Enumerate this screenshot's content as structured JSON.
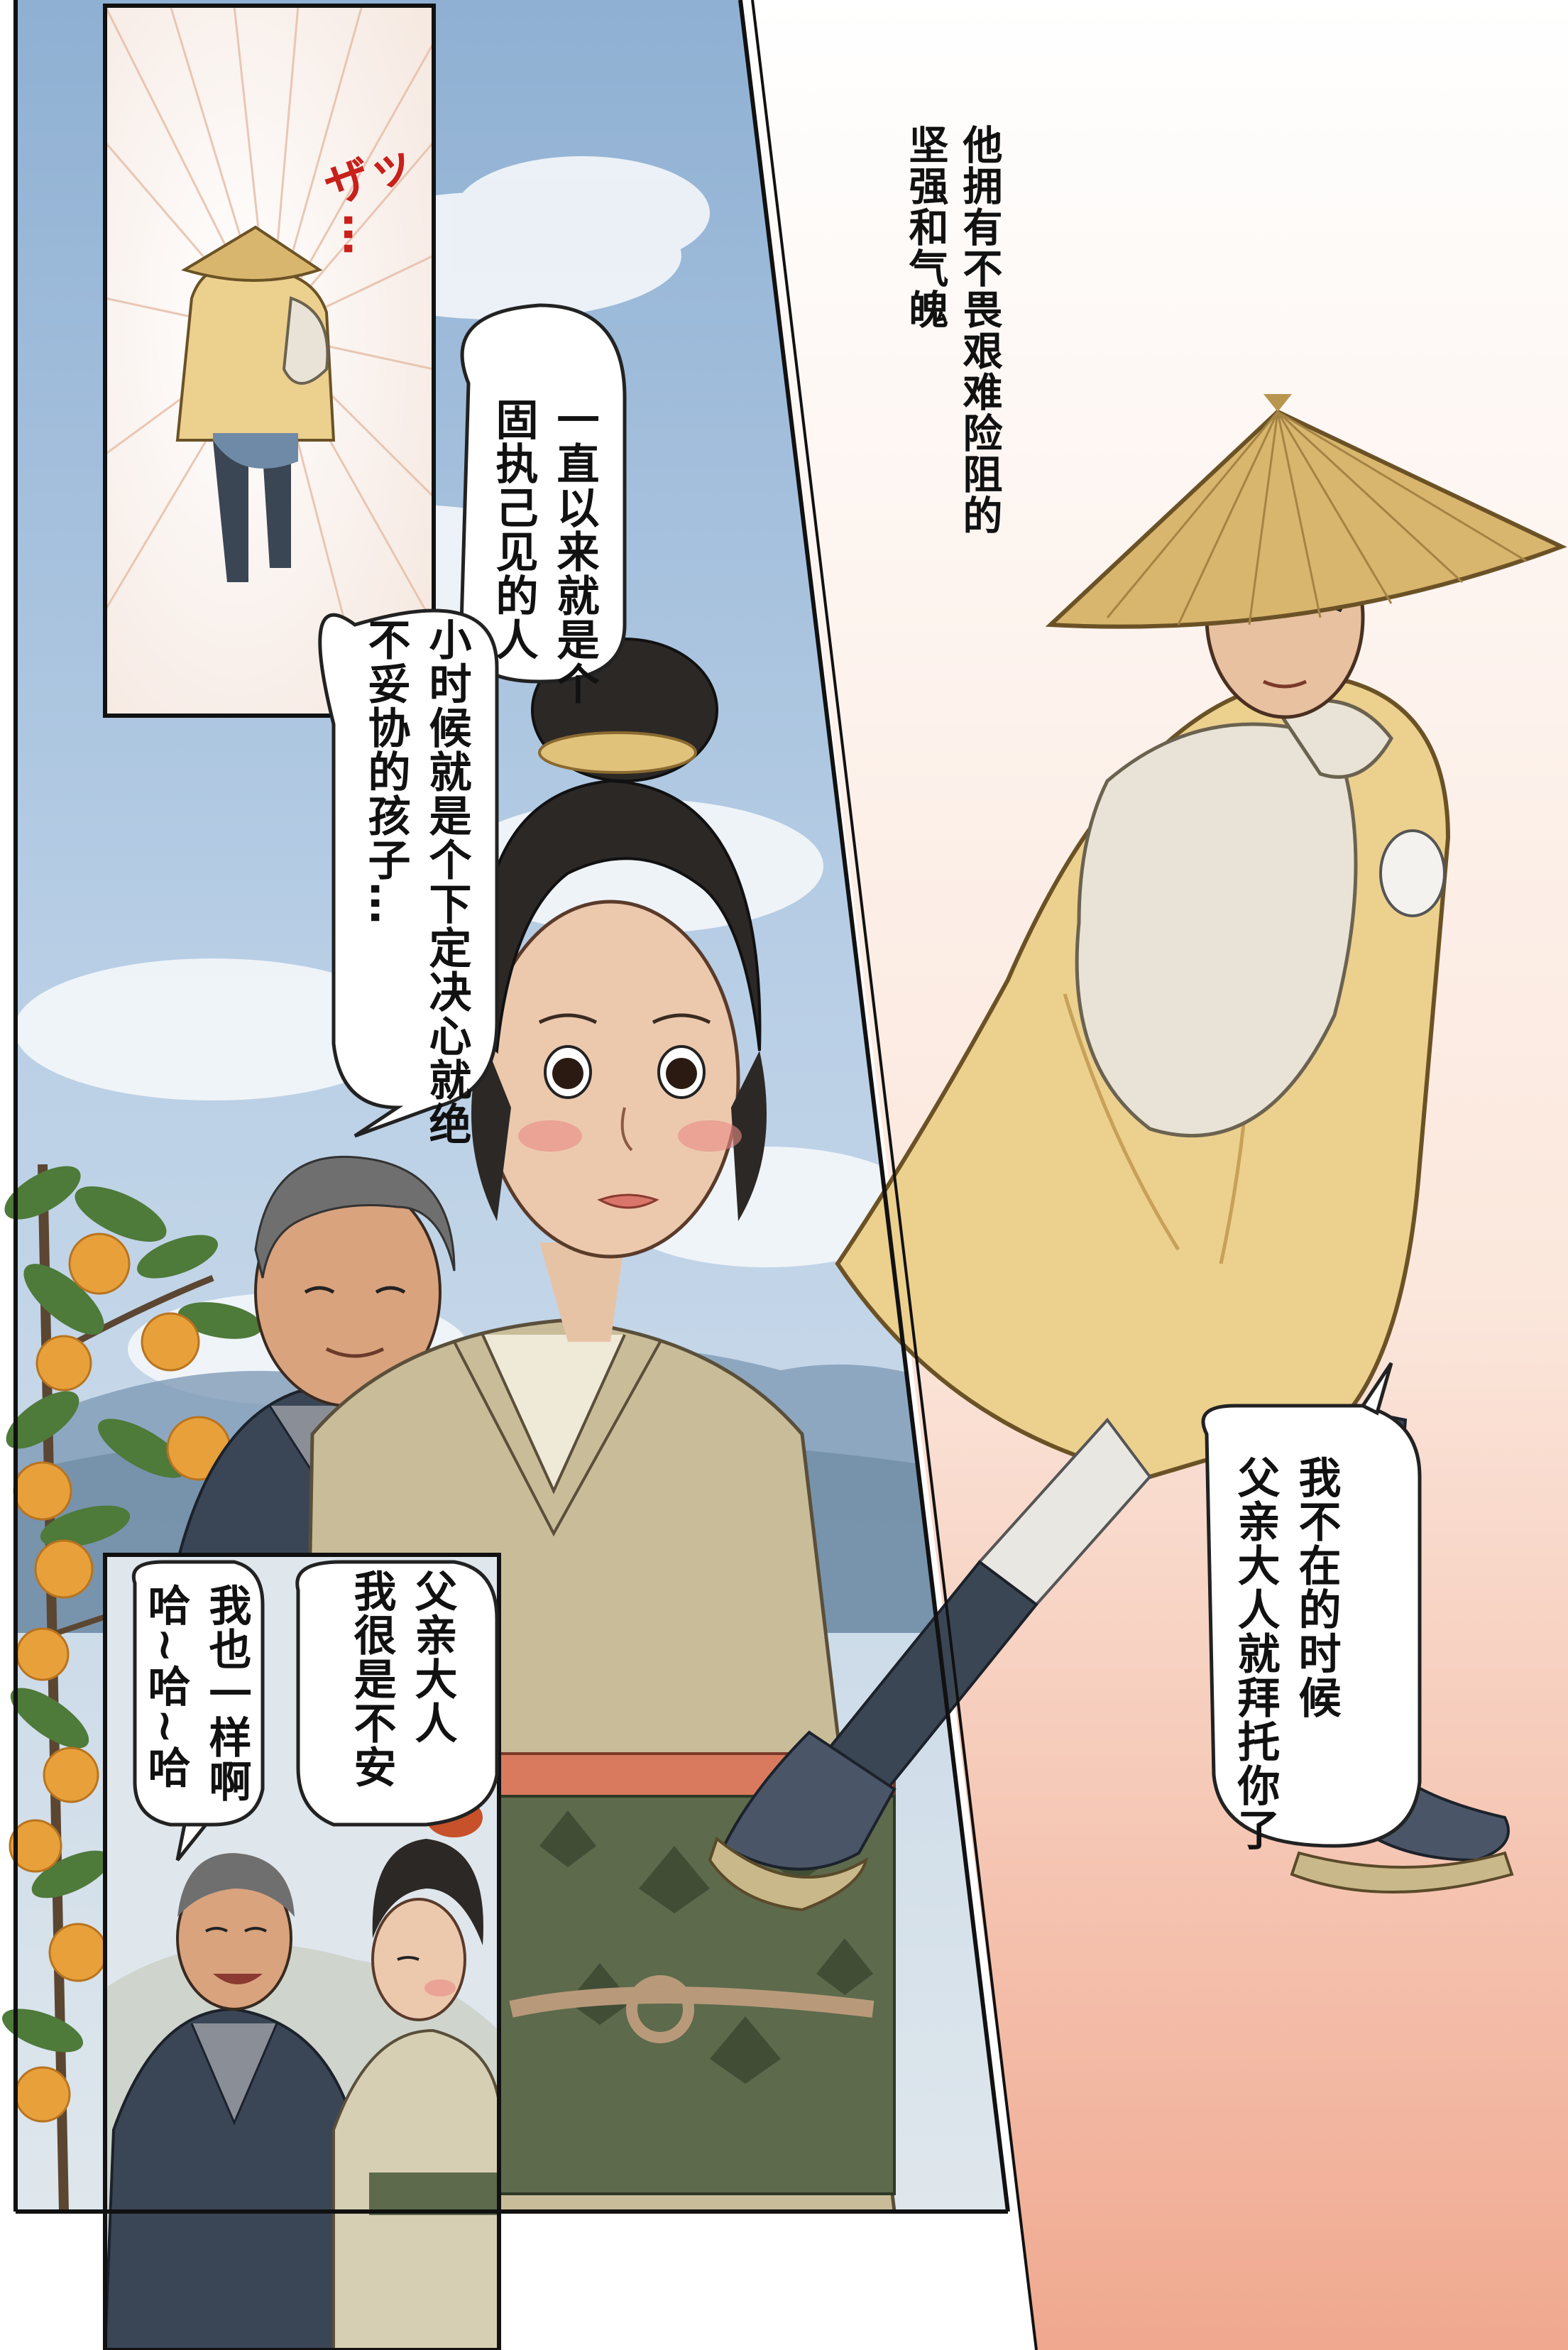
{
  "comic": {
    "caption": "他拥有不畏艰难险阻的\n坚强和气魄",
    "sfx": {
      "text": "ザッ",
      "dots": "…"
    },
    "bubbles": {
      "stubborn": "一直以来就是个\n固执己见的人",
      "child": "小时候就是个下定决心就绝\n不妥协的孩子…",
      "away": "我不在的时候\n父亲大人就拜托你了",
      "worried": "父亲大人\n我很是不安",
      "laugh": "我也一样啊\n哈~哈~哈"
    }
  },
  "colors": {
    "sky": "#a9c3de",
    "straw_hat": "#d9b66d",
    "coat_yellow": "#ecd08e",
    "kimono_beige": "#c9bd99",
    "obi_green": "#5d6a4c",
    "peach_bg": "#f3b39c",
    "orange_fruit": "#e8a13a"
  },
  "icons": {
    "characters": [
      "straw-hat-traveler-figure",
      "young-woman-figure",
      "old-man-figure",
      "orange-tree"
    ]
  }
}
